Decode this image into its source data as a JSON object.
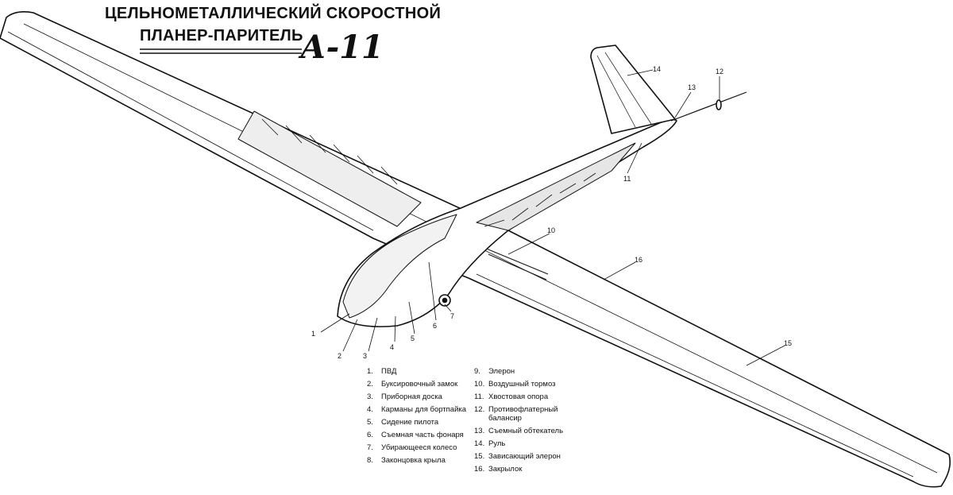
{
  "title": {
    "line1": "ЦЕЛЬНОМЕТАЛЛИЧЕСКИЙ СКОРОСТНОЙ",
    "line2": "ПЛАНЕР-ПАРИТЕЛЬ",
    "model": "А-11"
  },
  "legend": {
    "left": [
      {
        "num": "1.",
        "text": "ПВД"
      },
      {
        "num": "2.",
        "text": "Буксировочный замок"
      },
      {
        "num": "3.",
        "text": "Приборная доска"
      },
      {
        "num": "4.",
        "text": "Карманы для бортпайка"
      },
      {
        "num": "5.",
        "text": "Сидение пилота"
      },
      {
        "num": "6.",
        "text": "Съемная часть фонаря"
      },
      {
        "num": "7.",
        "text": "Убирающееся колесо"
      },
      {
        "num": "8.",
        "text": "Законцовка крыла"
      }
    ],
    "right": [
      {
        "num": "9.",
        "text": "Элерон"
      },
      {
        "num": "10.",
        "text": "Воздушный тормоз"
      },
      {
        "num": "11.",
        "text": "Хвостовая опора"
      },
      {
        "num": "12.",
        "text": "Противофлатерный балансир"
      },
      {
        "num": "13.",
        "text": "Съемный обтекатель"
      },
      {
        "num": "14.",
        "text": "Руль"
      },
      {
        "num": "15.",
        "text": "Зависающий элерон"
      },
      {
        "num": "16.",
        "text": "Закрылок"
      }
    ]
  },
  "callouts": [
    "1",
    "2",
    "3",
    "4",
    "5",
    "6",
    "7",
    "10",
    "11",
    "12",
    "13",
    "14",
    "15",
    "16"
  ]
}
